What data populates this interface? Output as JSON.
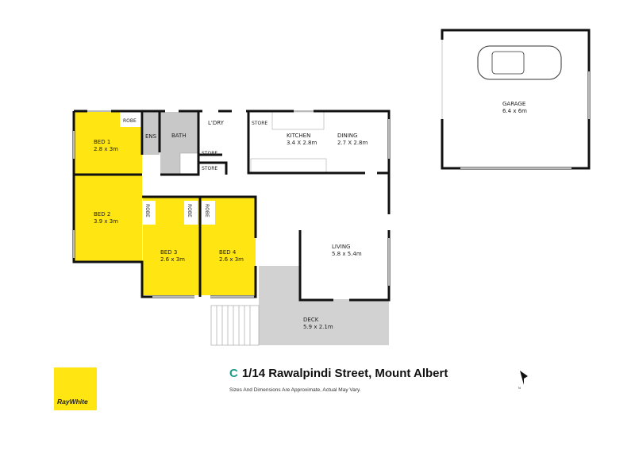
{
  "title": {
    "address": "1/14 Rawalpindi Street,  Mount Albert",
    "disclaimer": "Sizes And Dimensions Are Approximate, Actual May Vary."
  },
  "brand": {
    "name": "RayWhite",
    "color": "#ffe512",
    "logo_mark": "C",
    "logo_mark_color": "#1a9b87"
  },
  "colors": {
    "bedroom": "#ffe512",
    "wet_area": "#c8c8c8",
    "deck": "#d2d2d2",
    "wall": "#111111"
  },
  "rooms": {
    "bed1": {
      "name": "BED 1",
      "size": "2.8 x 3m"
    },
    "bed2": {
      "name": "BED 2",
      "size": "3.9 x 3m"
    },
    "bed3": {
      "name": "BED 3",
      "size": "2.6 x 3m"
    },
    "bed4": {
      "name": "BED 4",
      "size": "2.6 x 3m"
    },
    "robe": "ROBE",
    "ens": "ENS",
    "bath": "BATH",
    "laundry": "L'DRY",
    "store": "STORE",
    "kitchen": {
      "name": "KITCHEN",
      "size": "3.4 X 2.8m"
    },
    "dining": {
      "name": "DINING",
      "size": "2.7 X 2.8m"
    },
    "living": {
      "name": "LIVING",
      "size": "5.8 x 5.4m"
    },
    "deck": {
      "name": "DECK",
      "size": "5.9 x 2.1m"
    },
    "garage": {
      "name": "GARAGE",
      "size": "6.4 x 6m"
    }
  },
  "north_icon": "north-arrow-icon",
  "north_label": "N"
}
